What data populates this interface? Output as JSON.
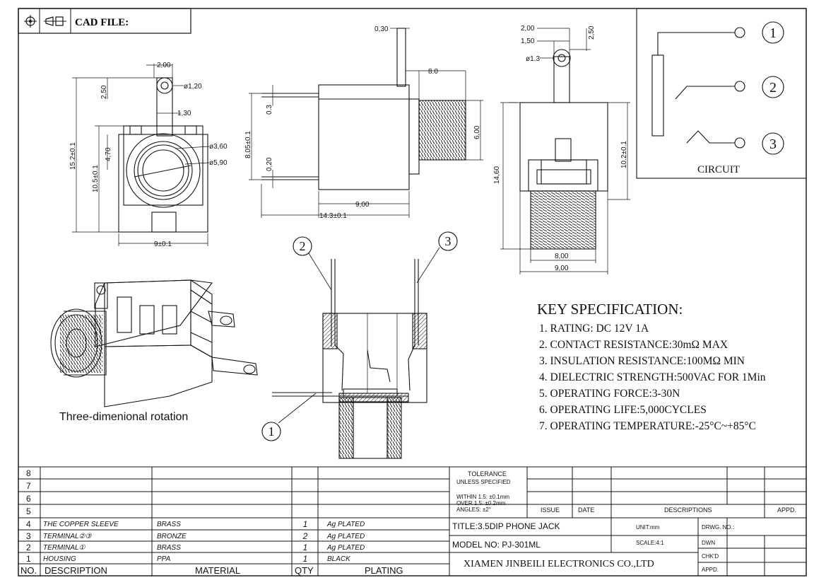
{
  "header": {
    "cad_label": "CAD FILE:",
    "icons": [
      "target-icon",
      "projection-icon"
    ]
  },
  "top_view": {
    "dim_2_00": "2,00",
    "dim_2_50": "2,50",
    "dim_phi_1_20": "ø1,20",
    "dim_1_30": "1,30",
    "dim_4_70": "4,70",
    "dim_phi_3_60": "ø3,60",
    "dim_phi_5_90": "ø5,90",
    "dim_15_2": "15.2±0.1",
    "dim_10_5": "10.5±0.1",
    "dim_9": "9±0.1"
  },
  "side_view": {
    "dim_0_30": "0,30",
    "dim_8_0": "8.0",
    "dim_0_3": "0.3",
    "dim_8_05": "8.05±0.1",
    "dim_0_20": "0,20",
    "dim_6_00": "6,00",
    "dim_9_00": "9,00",
    "dim_14_3": "14.3±0.1"
  },
  "front_view": {
    "dim_2_00": "2,00",
    "dim_1_50": "1,50",
    "dim_2_50": "2,50",
    "dim_phi_1_3": "ø1.3",
    "dim_10_2": "10.2±0.1",
    "dim_14_60": "14,60",
    "dim_8_00": "8,00",
    "dim_9_00": "9,00"
  },
  "circuit": {
    "label": "CIRCUIT",
    "pins": [
      "1",
      "2",
      "3"
    ]
  },
  "section": {
    "callouts": [
      "2",
      "3",
      "1"
    ]
  },
  "iso_view": {
    "caption": "Three-dimenional rotation"
  },
  "key_spec": {
    "title": "KEY SPECIFICATION:",
    "items": [
      "1. RATING: DC 12V   1A",
      "2. CONTACT RESISTANCE:30mΩ MAX",
      "3. INSULATION RESISTANCE:100MΩ MIN",
      "4. DIELECTRIC STRENGTH:500VAC FOR 1Min",
      "5. OPERATING FORCE:3-30N",
      "6. OPERATING LIFE:5,000CYCLES",
      "7. OPERATING TEMPERATURE:-25°C~+85°C"
    ]
  },
  "bom": {
    "headers": {
      "no": "NO.",
      "description": "DESCRIPTION",
      "material": "MATERIAL",
      "qty": "QTY",
      "plating": "PLATING"
    },
    "rows": [
      {
        "no": "8",
        "description": "",
        "material": "",
        "qty": "",
        "plating": ""
      },
      {
        "no": "7",
        "description": "",
        "material": "",
        "qty": "",
        "plating": ""
      },
      {
        "no": "6",
        "description": "",
        "material": "",
        "qty": "",
        "plating": ""
      },
      {
        "no": "5",
        "description": "",
        "material": "",
        "qty": "",
        "plating": ""
      },
      {
        "no": "4",
        "description": "THE COPPER SLEEVE",
        "material": "BRASS",
        "qty": "1",
        "plating": "Ag PLATED"
      },
      {
        "no": "3",
        "description": "TERMINAL②③",
        "material": "BRONZE",
        "qty": "2",
        "plating": "Ag PLATED"
      },
      {
        "no": "2",
        "description": "TERMINAL①",
        "material": "BRASS",
        "qty": "1",
        "plating": "Ag PLATED"
      },
      {
        "no": "1",
        "description": "HOUSING",
        "material": "PPA",
        "qty": "1",
        "plating": "BLACK"
      }
    ]
  },
  "title_block": {
    "tolerance_title": "TOLERANCE",
    "tolerance_subtitle": "UNLESS SPECIFIED",
    "tol_within": "WITHIN 1.5: ±0.1mm",
    "tol_over": "OVER 1.5:  ±0.2mm",
    "tol_angles": "ANGLES: ±2°",
    "issue": "ISSUE",
    "date": "DATE",
    "descriptions": "DESCRIPTIONS",
    "appd": "APPD.",
    "title": "TITLE:3.5DIP PHONE JACK",
    "unit": "UNIT:mm",
    "drwg_no": "DRWG. NO.:",
    "model": "MODEL NO: PJ-301ML",
    "scale": "SCALE:4:1",
    "dwn": "DWN",
    "chkd": "CHK'D",
    "appd2": "APPD.",
    "company": "XIAMEN JINBEILI ELECTRONICS CO.,LTD"
  }
}
